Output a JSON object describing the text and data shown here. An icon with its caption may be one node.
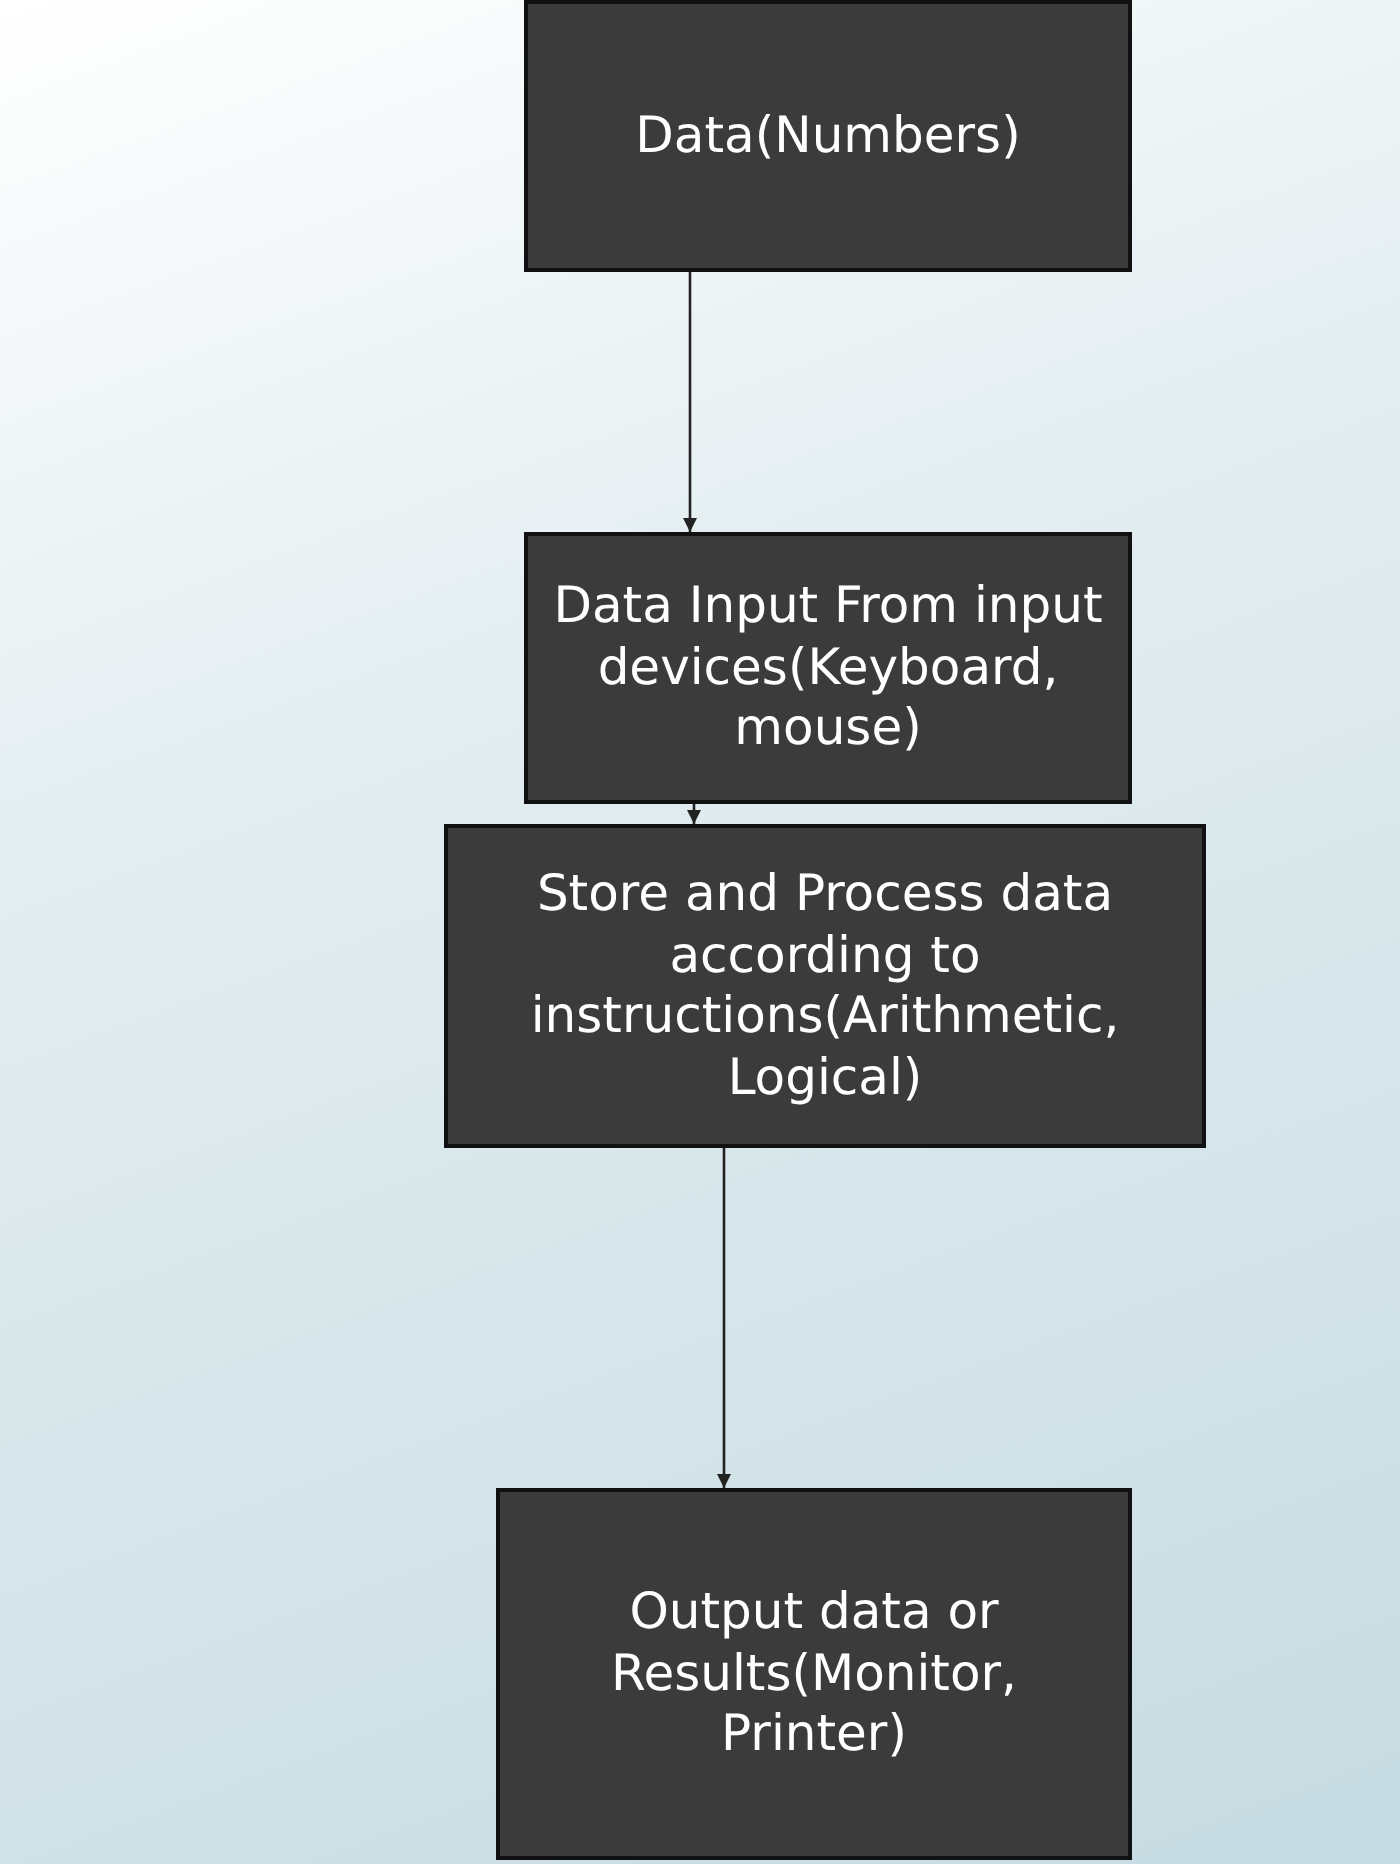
{
  "diagram": {
    "nodes": [
      {
        "text": [
          "Data(Numbers)"
        ]
      },
      {
        "text": [
          "Data Input From input devices(Keyboard, mouse)"
        ]
      },
      {
        "text": [
          "Store and Process data according to instructions(Arithmetic, Logical)"
        ]
      },
      {
        "text": [
          "Output data or Results(Monitor, Printer)"
        ]
      }
    ],
    "edges": [
      {
        "from": 0,
        "to": 1,
        "arrow": "to"
      },
      {
        "from": 1,
        "to": 2,
        "arrow": "to"
      },
      {
        "from": 2,
        "to": 3,
        "arrow": "to"
      }
    ]
  }
}
